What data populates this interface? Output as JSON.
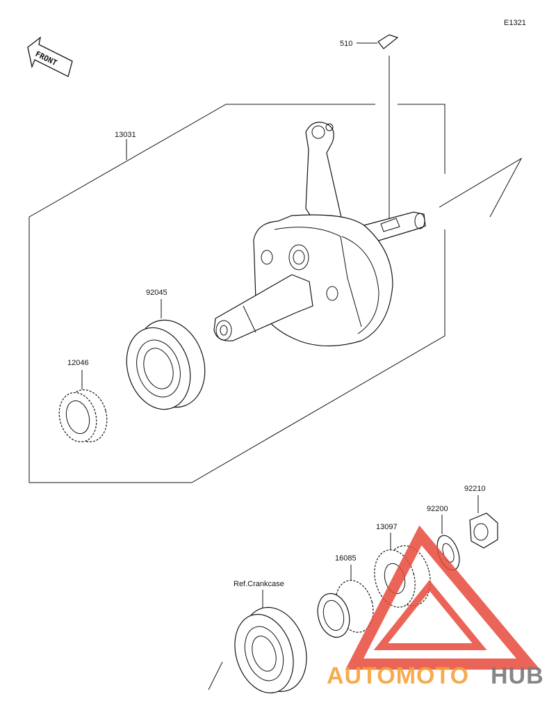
{
  "diagram_code": "E1321",
  "front_label": "FRONT",
  "parts": {
    "p510": "510",
    "p13031": "13031",
    "p92045": "92045",
    "p12046": "12046",
    "p92210": "92210",
    "p92200": "92200",
    "p13097": "13097",
    "p16085": "16085",
    "ref": "Ref.Crankcase"
  },
  "watermark": {
    "part1": "AUTOMOTO",
    "part2": "HUB",
    "color1": "#f6a23c",
    "color2": "#7a7a7a",
    "triangle_color": "#e84a3c"
  }
}
